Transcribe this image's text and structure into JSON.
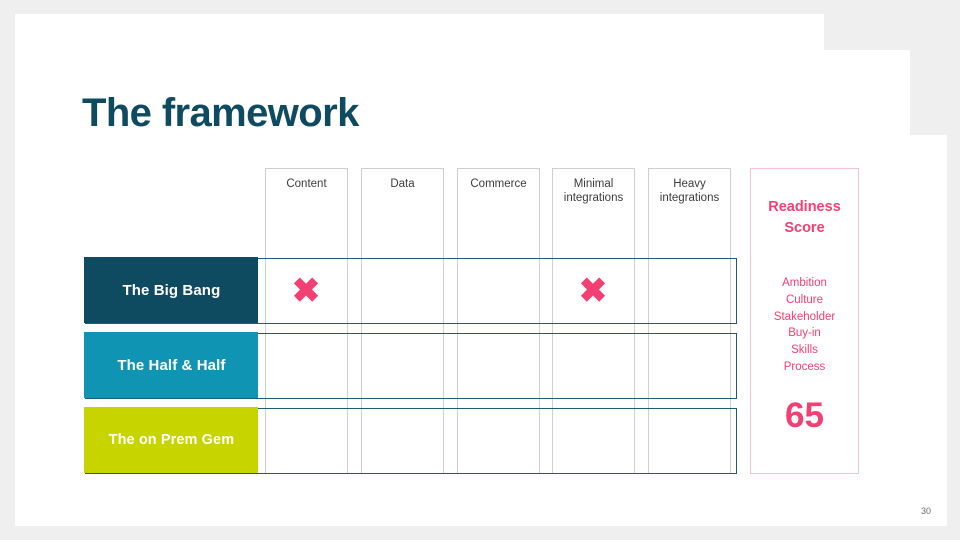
{
  "slide": {
    "title": "The framework",
    "page_number": "30",
    "background_color": "#efefef",
    "card_color": "#ffffff",
    "title_color": "#0e4a60"
  },
  "table": {
    "columns": [
      {
        "label": "Content"
      },
      {
        "label": "Data"
      },
      {
        "label": "Commerce"
      },
      {
        "label": "Minimal\nintegrations"
      },
      {
        "label": "Heavy\nintegrations"
      }
    ],
    "rows": [
      {
        "label": "The Big Bang",
        "color": "#0e4a60",
        "marks": [
          "x",
          "",
          "",
          "x",
          ""
        ]
      },
      {
        "label": "The Half & Half",
        "color": "#0f95b3",
        "marks": [
          "",
          "",
          "",
          "",
          ""
        ]
      },
      {
        "label": "The on Prem Gem",
        "color": "#c8d400",
        "marks": [
          "",
          "",
          "",
          "",
          ""
        ]
      }
    ],
    "mark_icon": "✖",
    "mark_color": "#f43f72",
    "row_border_color": "#1b5f77",
    "column_border_color": "#cfcfcf"
  },
  "readiness": {
    "title": "Readiness\nScore",
    "criteria": "Ambition\nCulture\nStakeholder\nBuy-in\nSkills\nProcess",
    "value": "65",
    "accent_color": "#f43f72",
    "border_color": "#f7c3d3"
  }
}
